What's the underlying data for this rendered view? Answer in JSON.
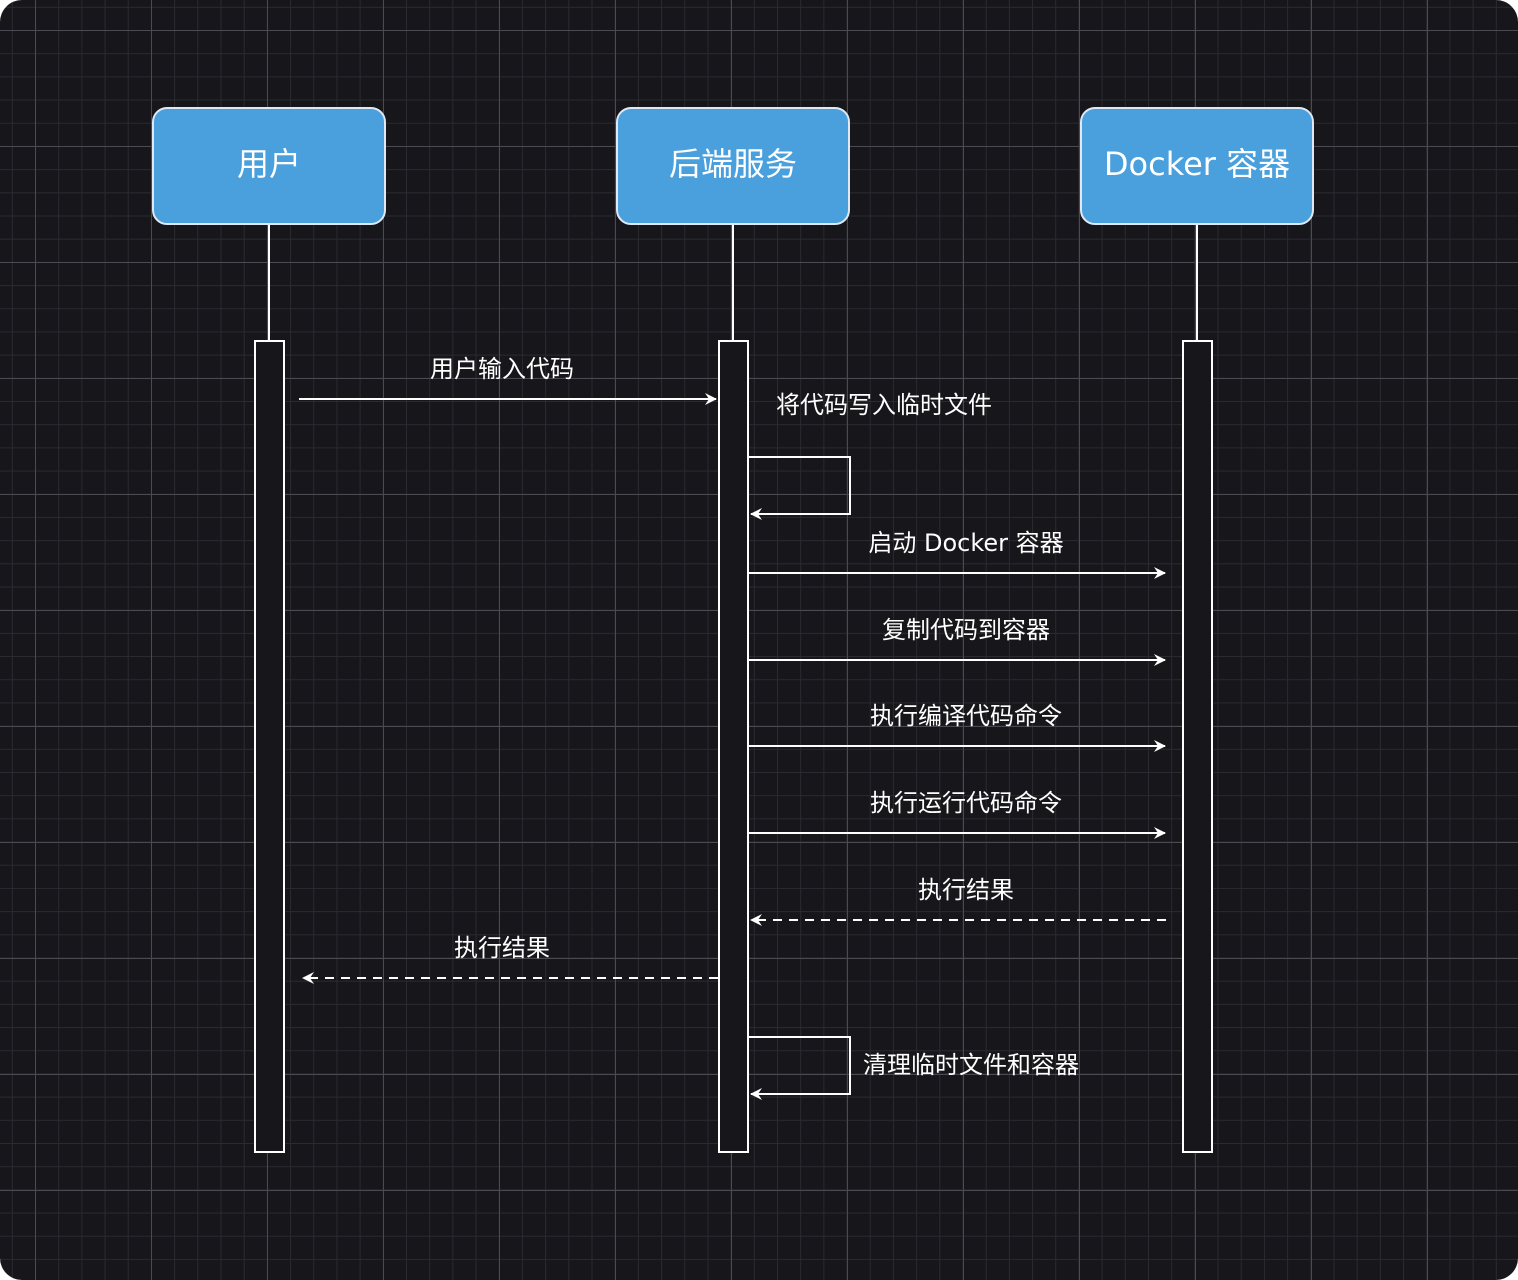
{
  "colors": {
    "background": "#17161b",
    "participant_fill": "#4a9fdd",
    "participant_stroke": "#dfe9f3",
    "line": "#ffffff",
    "activation_fill": "#17161b"
  },
  "participants": [
    {
      "id": "user",
      "label": "用户"
    },
    {
      "id": "backend",
      "label": "后端服务"
    },
    {
      "id": "docker",
      "label": "Docker 容器"
    }
  ],
  "messages": [
    {
      "from": "user",
      "to": "backend",
      "label": "用户输入代码",
      "style": "solid"
    },
    {
      "from": "backend",
      "to": "backend",
      "label": "将代码写入临时文件",
      "style": "self"
    },
    {
      "from": "backend",
      "to": "docker",
      "label": "启动 Docker 容器",
      "style": "solid"
    },
    {
      "from": "backend",
      "to": "docker",
      "label": "复制代码到容器",
      "style": "solid"
    },
    {
      "from": "backend",
      "to": "docker",
      "label": "执行编译代码命令",
      "style": "solid"
    },
    {
      "from": "backend",
      "to": "docker",
      "label": "执行运行代码命令",
      "style": "solid"
    },
    {
      "from": "docker",
      "to": "backend",
      "label": "执行结果",
      "style": "dashed"
    },
    {
      "from": "backend",
      "to": "user",
      "label": "执行结果",
      "style": "dashed"
    },
    {
      "from": "backend",
      "to": "backend",
      "label": "清理临时文件和容器",
      "style": "self"
    }
  ]
}
